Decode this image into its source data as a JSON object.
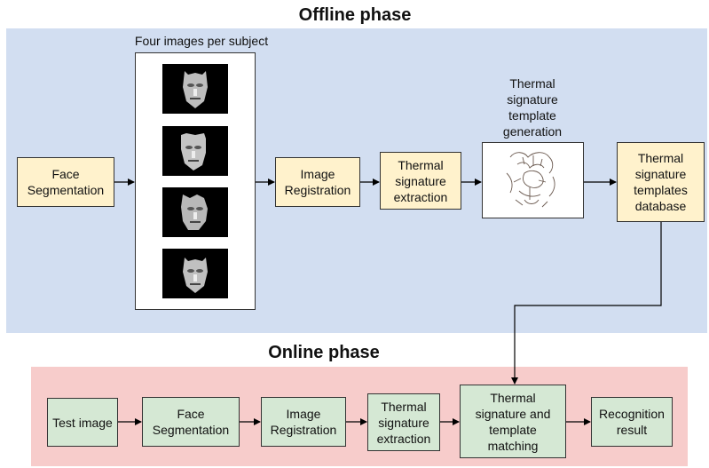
{
  "offline": {
    "title": "Offline phase",
    "four_images_label": "Four images per subject",
    "face_segmentation": "Face\nSegmentation",
    "image_registration": "Image\nRegistration",
    "thermal_extraction": "Thermal\nsignature\nextraction",
    "template_generation_label": "Thermal\nsignature\ntemplate\ngeneration",
    "templates_database": "Thermal\nsignature\ntemplates\ndatabase"
  },
  "online": {
    "title": "Online phase",
    "test_image": "Test image",
    "face_segmentation": "Face\nSegmentation",
    "image_registration": "Image\nRegistration",
    "thermal_extraction": "Thermal\nsignature\nextraction",
    "matching": "Thermal\nsignature and\ntemplate\nmatching",
    "recognition_result": "Recognition\nresult"
  },
  "colors": {
    "offline_bg": "#d2def1",
    "online_bg": "#f7cccb",
    "process_yellow": "#fff2cc",
    "process_green": "#d5e8d4"
  }
}
